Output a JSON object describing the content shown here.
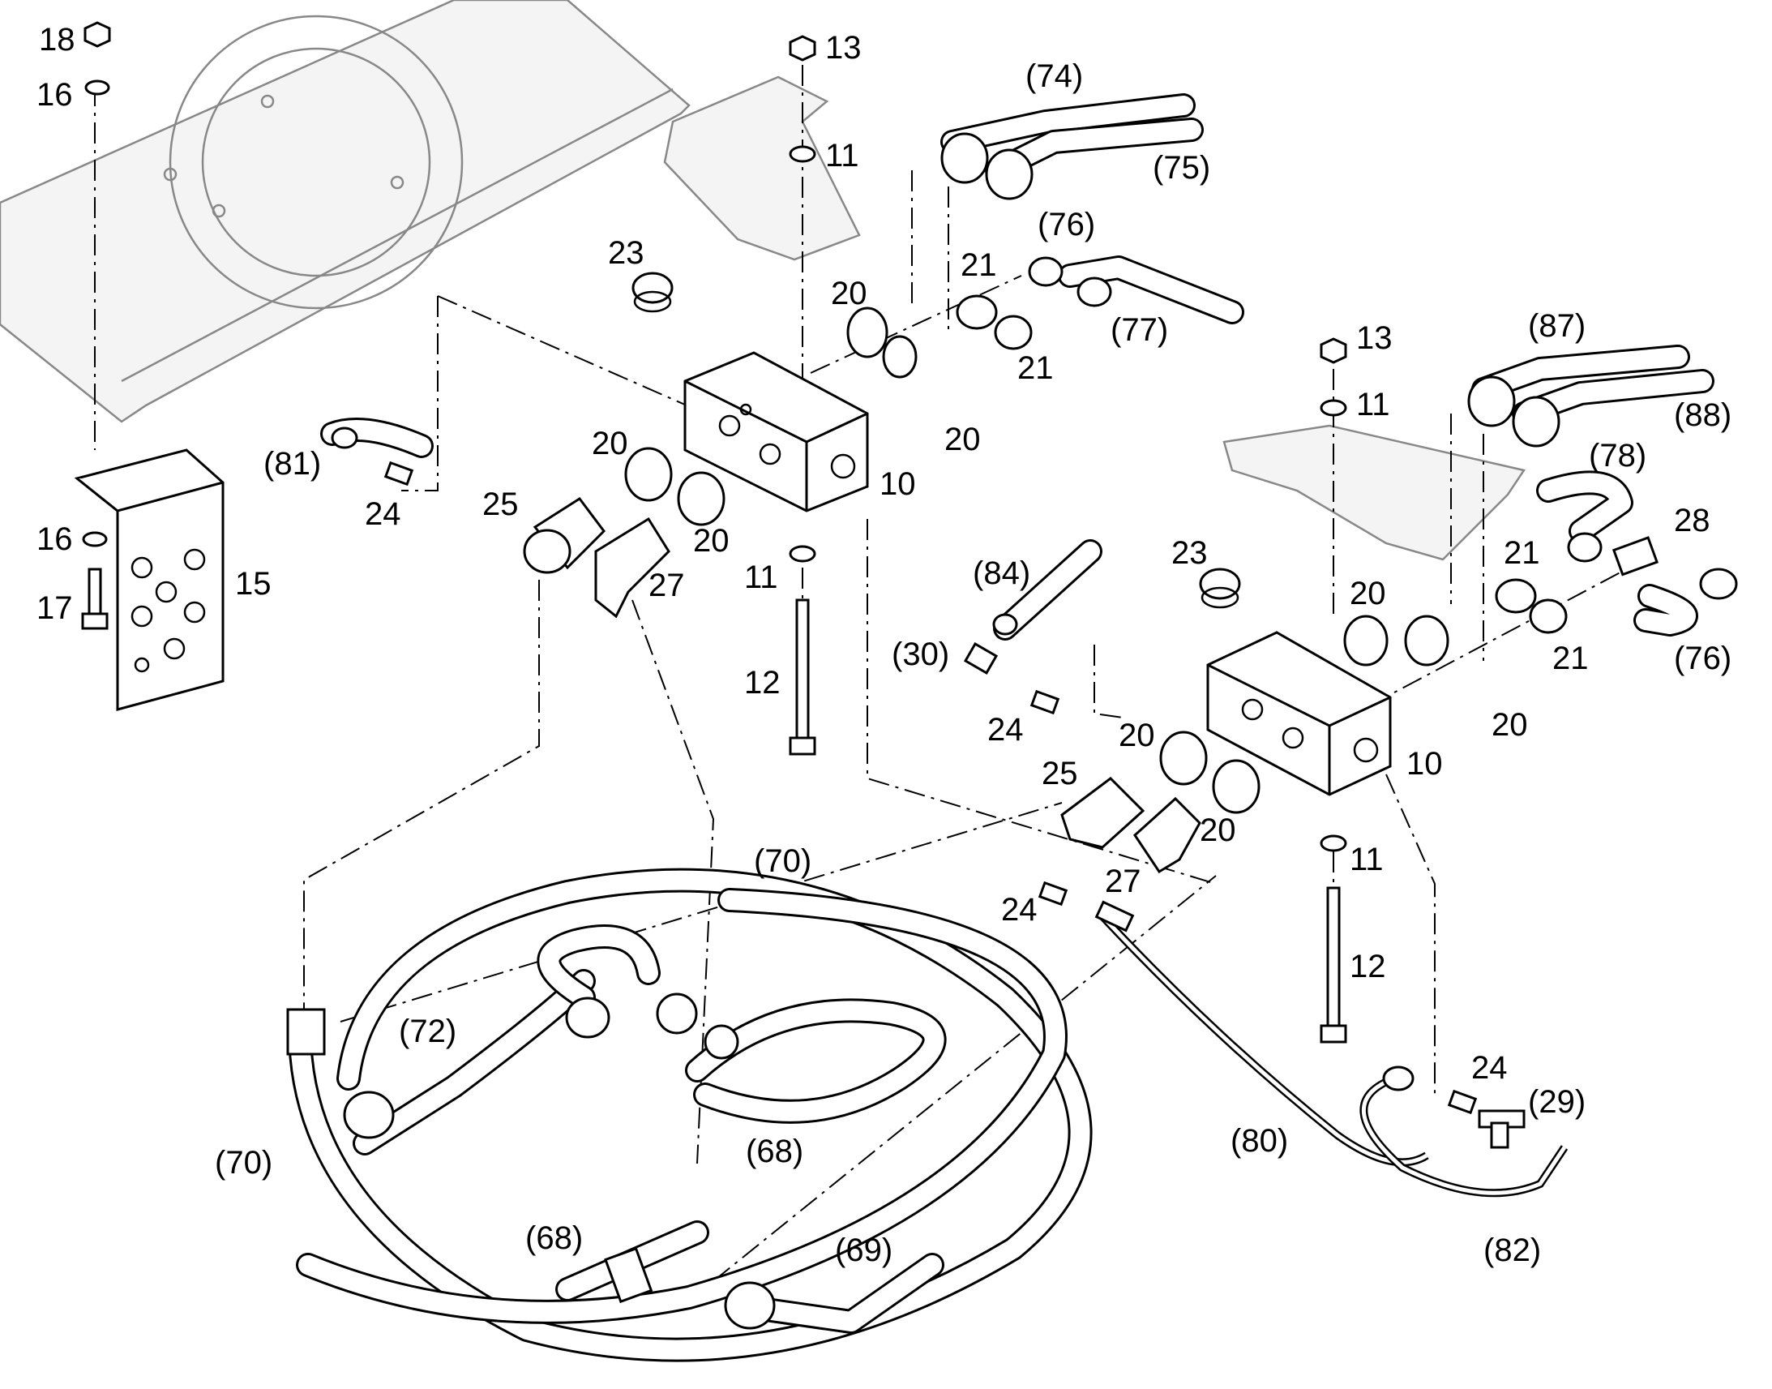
{
  "diagram": {
    "callouts": {
      "c18": "18",
      "c16a": "16",
      "c16b": "16",
      "c17": "17",
      "c15": "15",
      "c13a": "13",
      "c11a": "11",
      "c11b": "11",
      "c12a": "12",
      "c10a": "10",
      "c23a": "23",
      "c20a": "20",
      "c20b": "20",
      "c20c": "20",
      "c20d": "20",
      "c21a": "21",
      "c21b": "21",
      "c25a": "25",
      "c27a": "27",
      "c24a": "24",
      "c81": "(81)",
      "c74": "(74)",
      "c75": "(75)",
      "c76a": "(76)",
      "c77": "(77)",
      "c13b": "13",
      "c11c": "11",
      "c11d": "11",
      "c12b": "12",
      "c10b": "10",
      "c87": "(87)",
      "c88": "(88)",
      "c78": "(78)",
      "c28": "28",
      "c76b": "(76)",
      "c23b": "23",
      "c20e": "20",
      "c20f": "20",
      "c20g": "20",
      "c20h": "20",
      "c21c": "21",
      "c21d": "21",
      "c84": "(84)",
      "c30": "(30)",
      "c24b": "24",
      "c25b": "25",
      "c27b": "27",
      "c24c": "24",
      "c24d": "24",
      "c29": "(29)",
      "c82": "(82)",
      "c80": "(80)",
      "c70a": "(70)",
      "c70b": "(70)",
      "c72": "(72)",
      "c68a": "(68)",
      "c68b": "(68)",
      "c69": "(69)"
    }
  }
}
